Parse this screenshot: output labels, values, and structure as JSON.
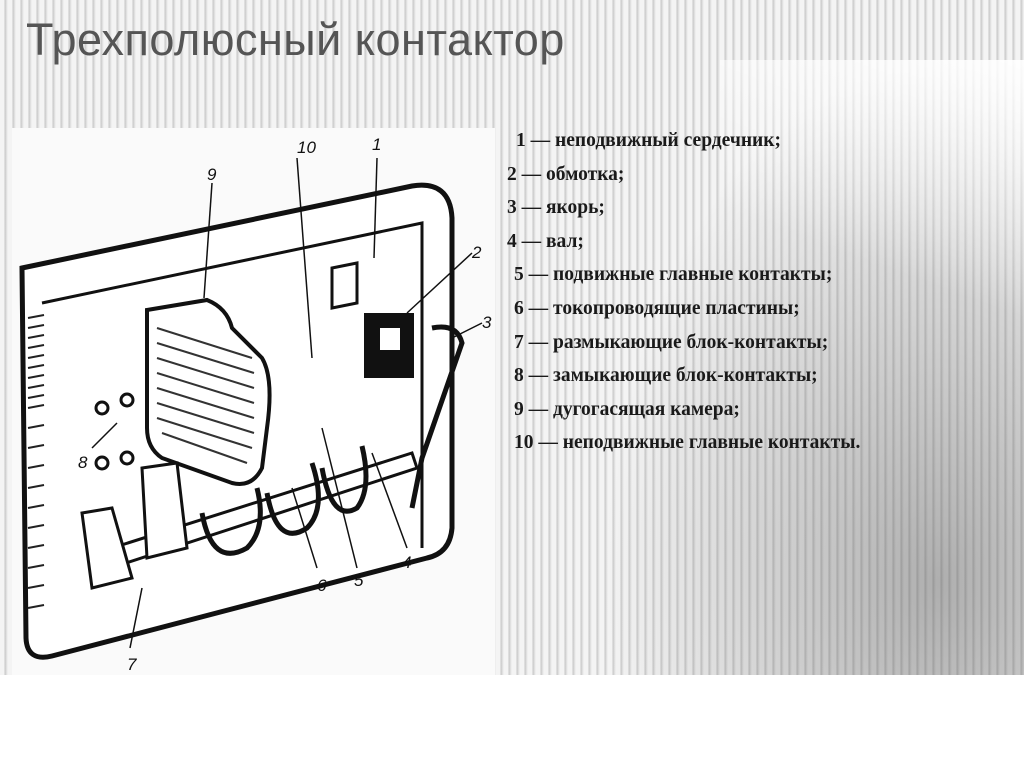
{
  "slide": {
    "title": "Трехполюсный контактор"
  },
  "figure": {
    "callouts": [
      "1",
      "2",
      "3",
      "4",
      "5",
      "6",
      "7",
      "8",
      "9",
      "10"
    ]
  },
  "legend": {
    "items": [
      "1 — неподвижный сердечник;",
      "2 — обмотка;",
      "3 — якорь;",
      "4 — вал;",
      "5 — подвижные главные контакты;",
      "6 — токопроводящие пластины;",
      "7 — размыкающие блок-контакты;",
      "8 — замыкающие блок-контакты;",
      "9 — дугогасящая камера;",
      "10 — неподвижные главные контакты."
    ]
  }
}
